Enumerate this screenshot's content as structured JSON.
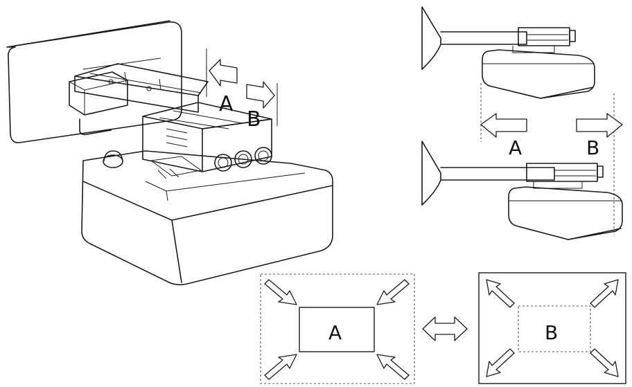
{
  "labels": {
    "mount_a": "A",
    "mount_b": "B",
    "side_a": "A",
    "side_b": "B",
    "image_a": "A",
    "image_b": "B"
  }
}
